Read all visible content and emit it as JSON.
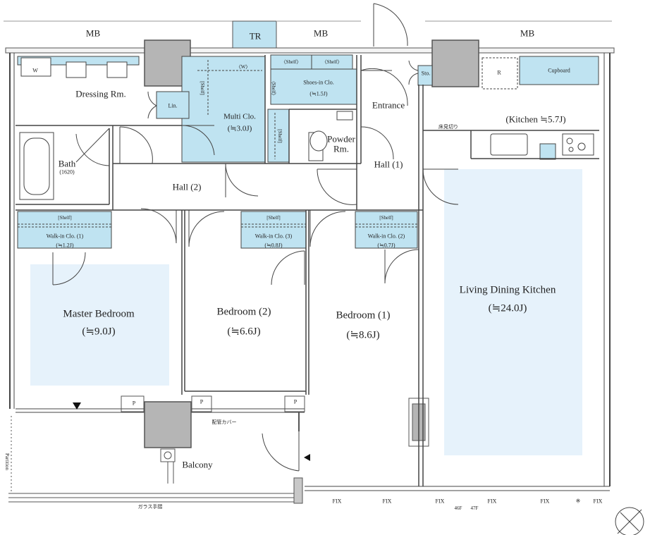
{
  "rooms": {
    "master_bedroom": {
      "name": "Master Bedroom",
      "area": "(≒9.0J)"
    },
    "bedroom2": {
      "name": "Bedroom (2)",
      "area": "(≒6.6J)"
    },
    "bedroom1": {
      "name": "Bedroom (1)",
      "area": "(≒8.6J)"
    },
    "ldk": {
      "name": "Living Dining Kitchen",
      "area": "(≒24.0J)"
    },
    "kitchen": "(Kitchen ≒5.7J)",
    "dressing": "Dressing Rm.",
    "bath": {
      "name": "Bath",
      "size": "(1620)"
    },
    "hall2": "Hall (2)",
    "hall1": "Hall (1)",
    "entrance": "Entrance",
    "powder": {
      "line1": "Powder",
      "line2": "Rm."
    },
    "multi_clo": {
      "name": "Multi Clo.",
      "area": "(≒3.0J)"
    },
    "shoes_clo": {
      "name": "Shoes-in Clo.",
      "area": "(≒1.5J)"
    },
    "balcony": "Balcony",
    "wic1": {
      "name": "Walk-in Clo. (1)",
      "area": "(≒1.2J)"
    },
    "wic3": {
      "name": "Walk-in Clo. (3)",
      "area": "(≒0.8J)"
    },
    "wic2": {
      "name": "Walk-in Clo. (2)",
      "area": "(≒0.7J)"
    }
  },
  "labels": {
    "mb": "MB",
    "tr": "TR",
    "w_machine": "W",
    "lin": "Lin.",
    "sto": "Sto.",
    "refrigerator": "R",
    "cupboard": "Cupboard",
    "shelf": "[Shelf]",
    "shelf_alt": "〈Shelf〉",
    "w_tag": "〈W〉",
    "p": "P",
    "pipe_cover": "配管カバー",
    "floor_opening": "床見切り",
    "glass_rail": "ガラス手摺",
    "partition": "Partition",
    "fix": "FIX",
    "f46": "46F",
    "f47": "47F",
    "asterisk": "※"
  }
}
